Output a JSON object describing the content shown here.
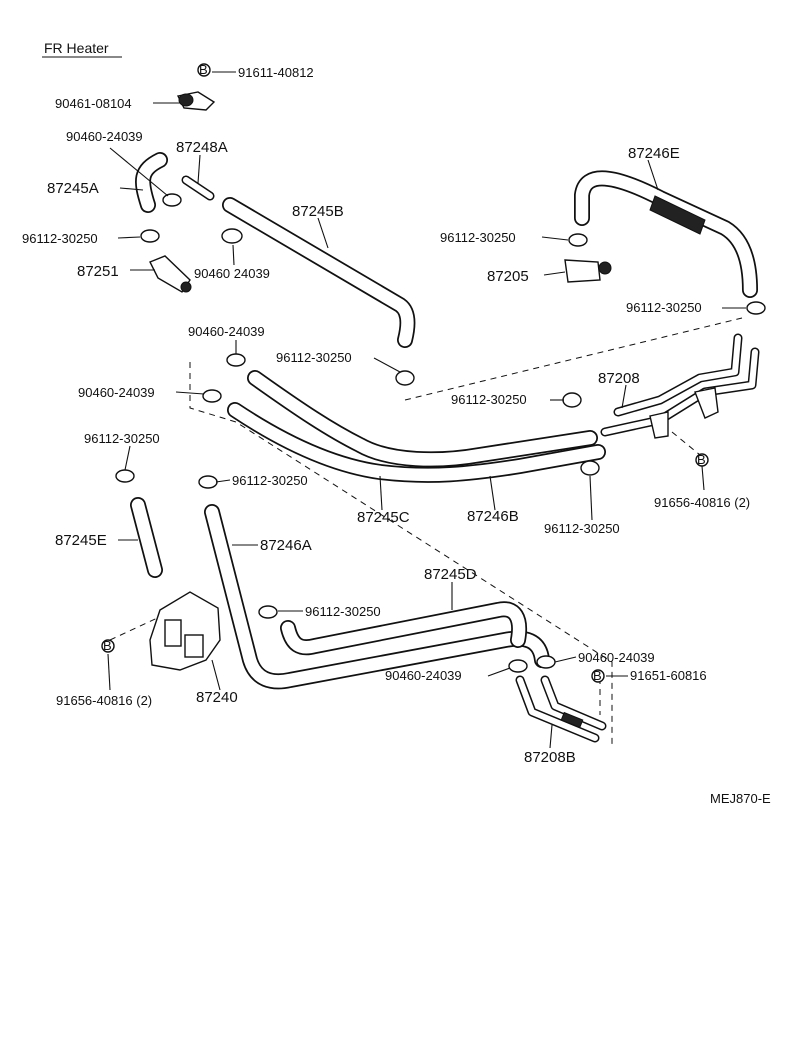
{
  "title": "FR Heater",
  "ref_code": "MEJ870-E",
  "bolt_marker": "B",
  "parts": {
    "p91611_40812": "91611-40812",
    "p90461_08104": "90461-08104",
    "p90460_24039_a": "90460-24039",
    "p87248A": "87248A",
    "p87245A": "87245A",
    "p87246E": "87246E",
    "p87245B": "87245B",
    "p96112_30250_a": "96112-30250",
    "p96112_30250_b": "96112-30250",
    "p87251": "87251",
    "p90460_24039_b": "90460 24039",
    "p87205": "87205",
    "p96112_30250_c": "96112-30250",
    "p90460_24039_c": "90460-24039",
    "p96112_30250_d": "96112-30250",
    "p90460_24039_d": "90460-24039",
    "p96112_30250_e": "96112-30250",
    "p87208": "87208",
    "p96112_30250_f": "96112-30250",
    "p96112_30250_g": "96112-30250",
    "p91656_40816_a": "91656-40816 (2)",
    "p87245C": "87245C",
    "p87246B": "87246B",
    "p96112_30250_h": "96112-30250",
    "p87245E": "87245E",
    "p87246A": "87246A",
    "p87245D": "87245D",
    "p96112_30250_i": "96112-30250",
    "p90460_24039_e": "90460-24039",
    "p91651_60816": "91651-60816",
    "p90460_24039_f": "90460-24039",
    "p91656_40816_b": "91656-40816 (2)",
    "p87240": "87240",
    "p87208B": "87208B"
  }
}
